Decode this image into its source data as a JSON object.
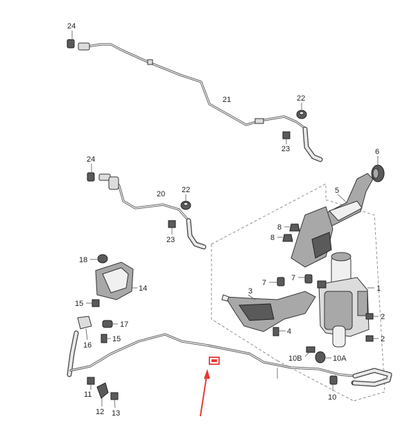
{
  "labels": {
    "l24a": "24",
    "l21": "21",
    "l22a": "22",
    "l23a": "23",
    "l6": "6",
    "l24b": "24",
    "l20": "20",
    "l22b": "22",
    "l23b": "23",
    "l5": "5",
    "l8a": "8",
    "l8b": "8",
    "l18": "18",
    "l14": "14",
    "l7a": "7",
    "l7b": "7",
    "l1": "1",
    "l3": "3",
    "l15a": "15",
    "l2a": "2",
    "l17": "17",
    "l16": "16",
    "l15b": "15",
    "l4": "4",
    "l2b": "2",
    "l10b": "10B",
    "l10a": "10A",
    "l11": "11",
    "l10": "10",
    "l12": "12",
    "l13": "13"
  },
  "colors": {
    "annotation_arrow": "#e53935",
    "highlight_box": "#e53935"
  },
  "icons": {
    "highlight": "highlight-box-icon",
    "arrow": "red-arrow-icon"
  }
}
